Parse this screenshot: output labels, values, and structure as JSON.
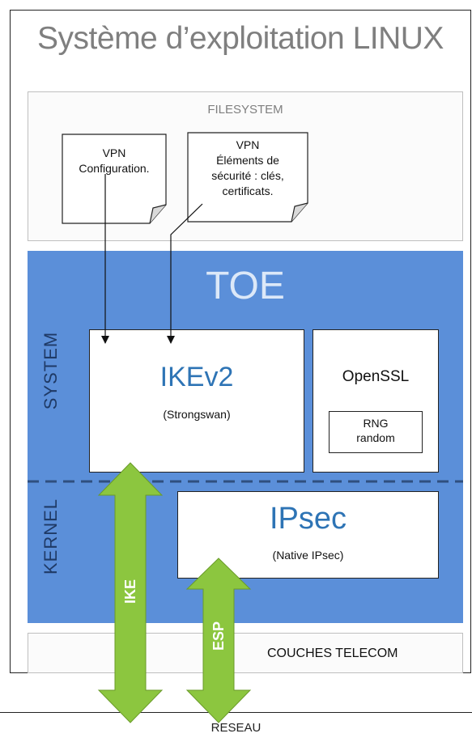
{
  "title": "Système d’exploitation LINUX",
  "filesystem": {
    "label": "FILESYSTEM",
    "doc1": [
      "VPN",
      "Configuration."
    ],
    "doc2": [
      "VPN",
      "Éléments de",
      "sécurité : clés,",
      "certificats."
    ]
  },
  "toe": {
    "label": "TOE",
    "system_label": "SYSTEM",
    "kernel_label": "KERNEL",
    "ikev2": {
      "title": "IKEv2",
      "subtitle": "(Strongswan)"
    },
    "openssl": {
      "title": "OpenSSL",
      "rng_line1": "RNG",
      "rng_line2": "random"
    },
    "ipsec": {
      "title": "IPsec",
      "subtitle": "(Native IPsec)"
    }
  },
  "arrows": {
    "ike": "IKE",
    "esp": "ESP"
  },
  "couches": "COUCHES TELECOM",
  "reseau": "RESEAU",
  "colors": {
    "toe_blue": "#5b8fd9",
    "arrow_green": "#8cc63f",
    "title_blue": "#2e74b5"
  }
}
